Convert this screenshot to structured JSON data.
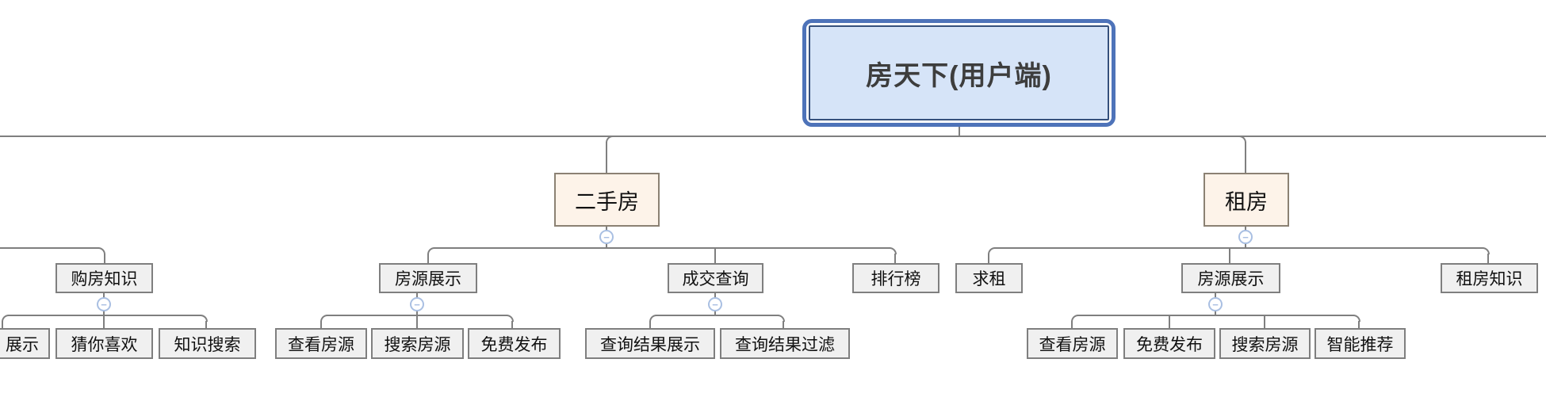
{
  "colors": {
    "canvas_bg": "#ffffff",
    "root_fill": "#d6e4f8",
    "root_border": "#4e73b9",
    "root_inner_border": "#36507c",
    "root_text": "#3d3d3d",
    "branch_fill": "#fdf3e9",
    "branch_border": "#8b8173",
    "node_fill": "#f0f0f0",
    "node_border": "#7f7f7f",
    "node_text": "#111111",
    "line": "#7f7f7f",
    "collapse_border": "#a9bfe2",
    "collapse_fill": "#ffffff"
  },
  "mindmap": {
    "root": {
      "label": "房天下(用户端)"
    },
    "branches": [
      {
        "label": "二手房",
        "children": [
          {
            "label": "房源展示",
            "children": [
              {
                "label": "查看房源"
              },
              {
                "label": "搜索房源"
              },
              {
                "label": "免费发布"
              }
            ]
          },
          {
            "label": "成交查询",
            "children": [
              {
                "label": "查询结果展示"
              },
              {
                "label": "查询结果过滤"
              }
            ]
          },
          {
            "label": "排行榜",
            "children": []
          }
        ]
      },
      {
        "label": "租房",
        "children": [
          {
            "label": "求租",
            "children": []
          },
          {
            "label": "房源展示",
            "children": [
              {
                "label": "查看房源"
              },
              {
                "label": "免费发布"
              },
              {
                "label": "搜索房源"
              },
              {
                "label": "智能推荐"
              }
            ]
          },
          {
            "label": "租房知识",
            "children": []
          }
        ]
      }
    ],
    "offscreen_branch": {
      "label": "购房知识",
      "children": [
        {
          "label": "展示"
        },
        {
          "label": "猜你喜欢"
        },
        {
          "label": "知识搜索"
        }
      ]
    },
    "collapse_glyph": "−"
  }
}
